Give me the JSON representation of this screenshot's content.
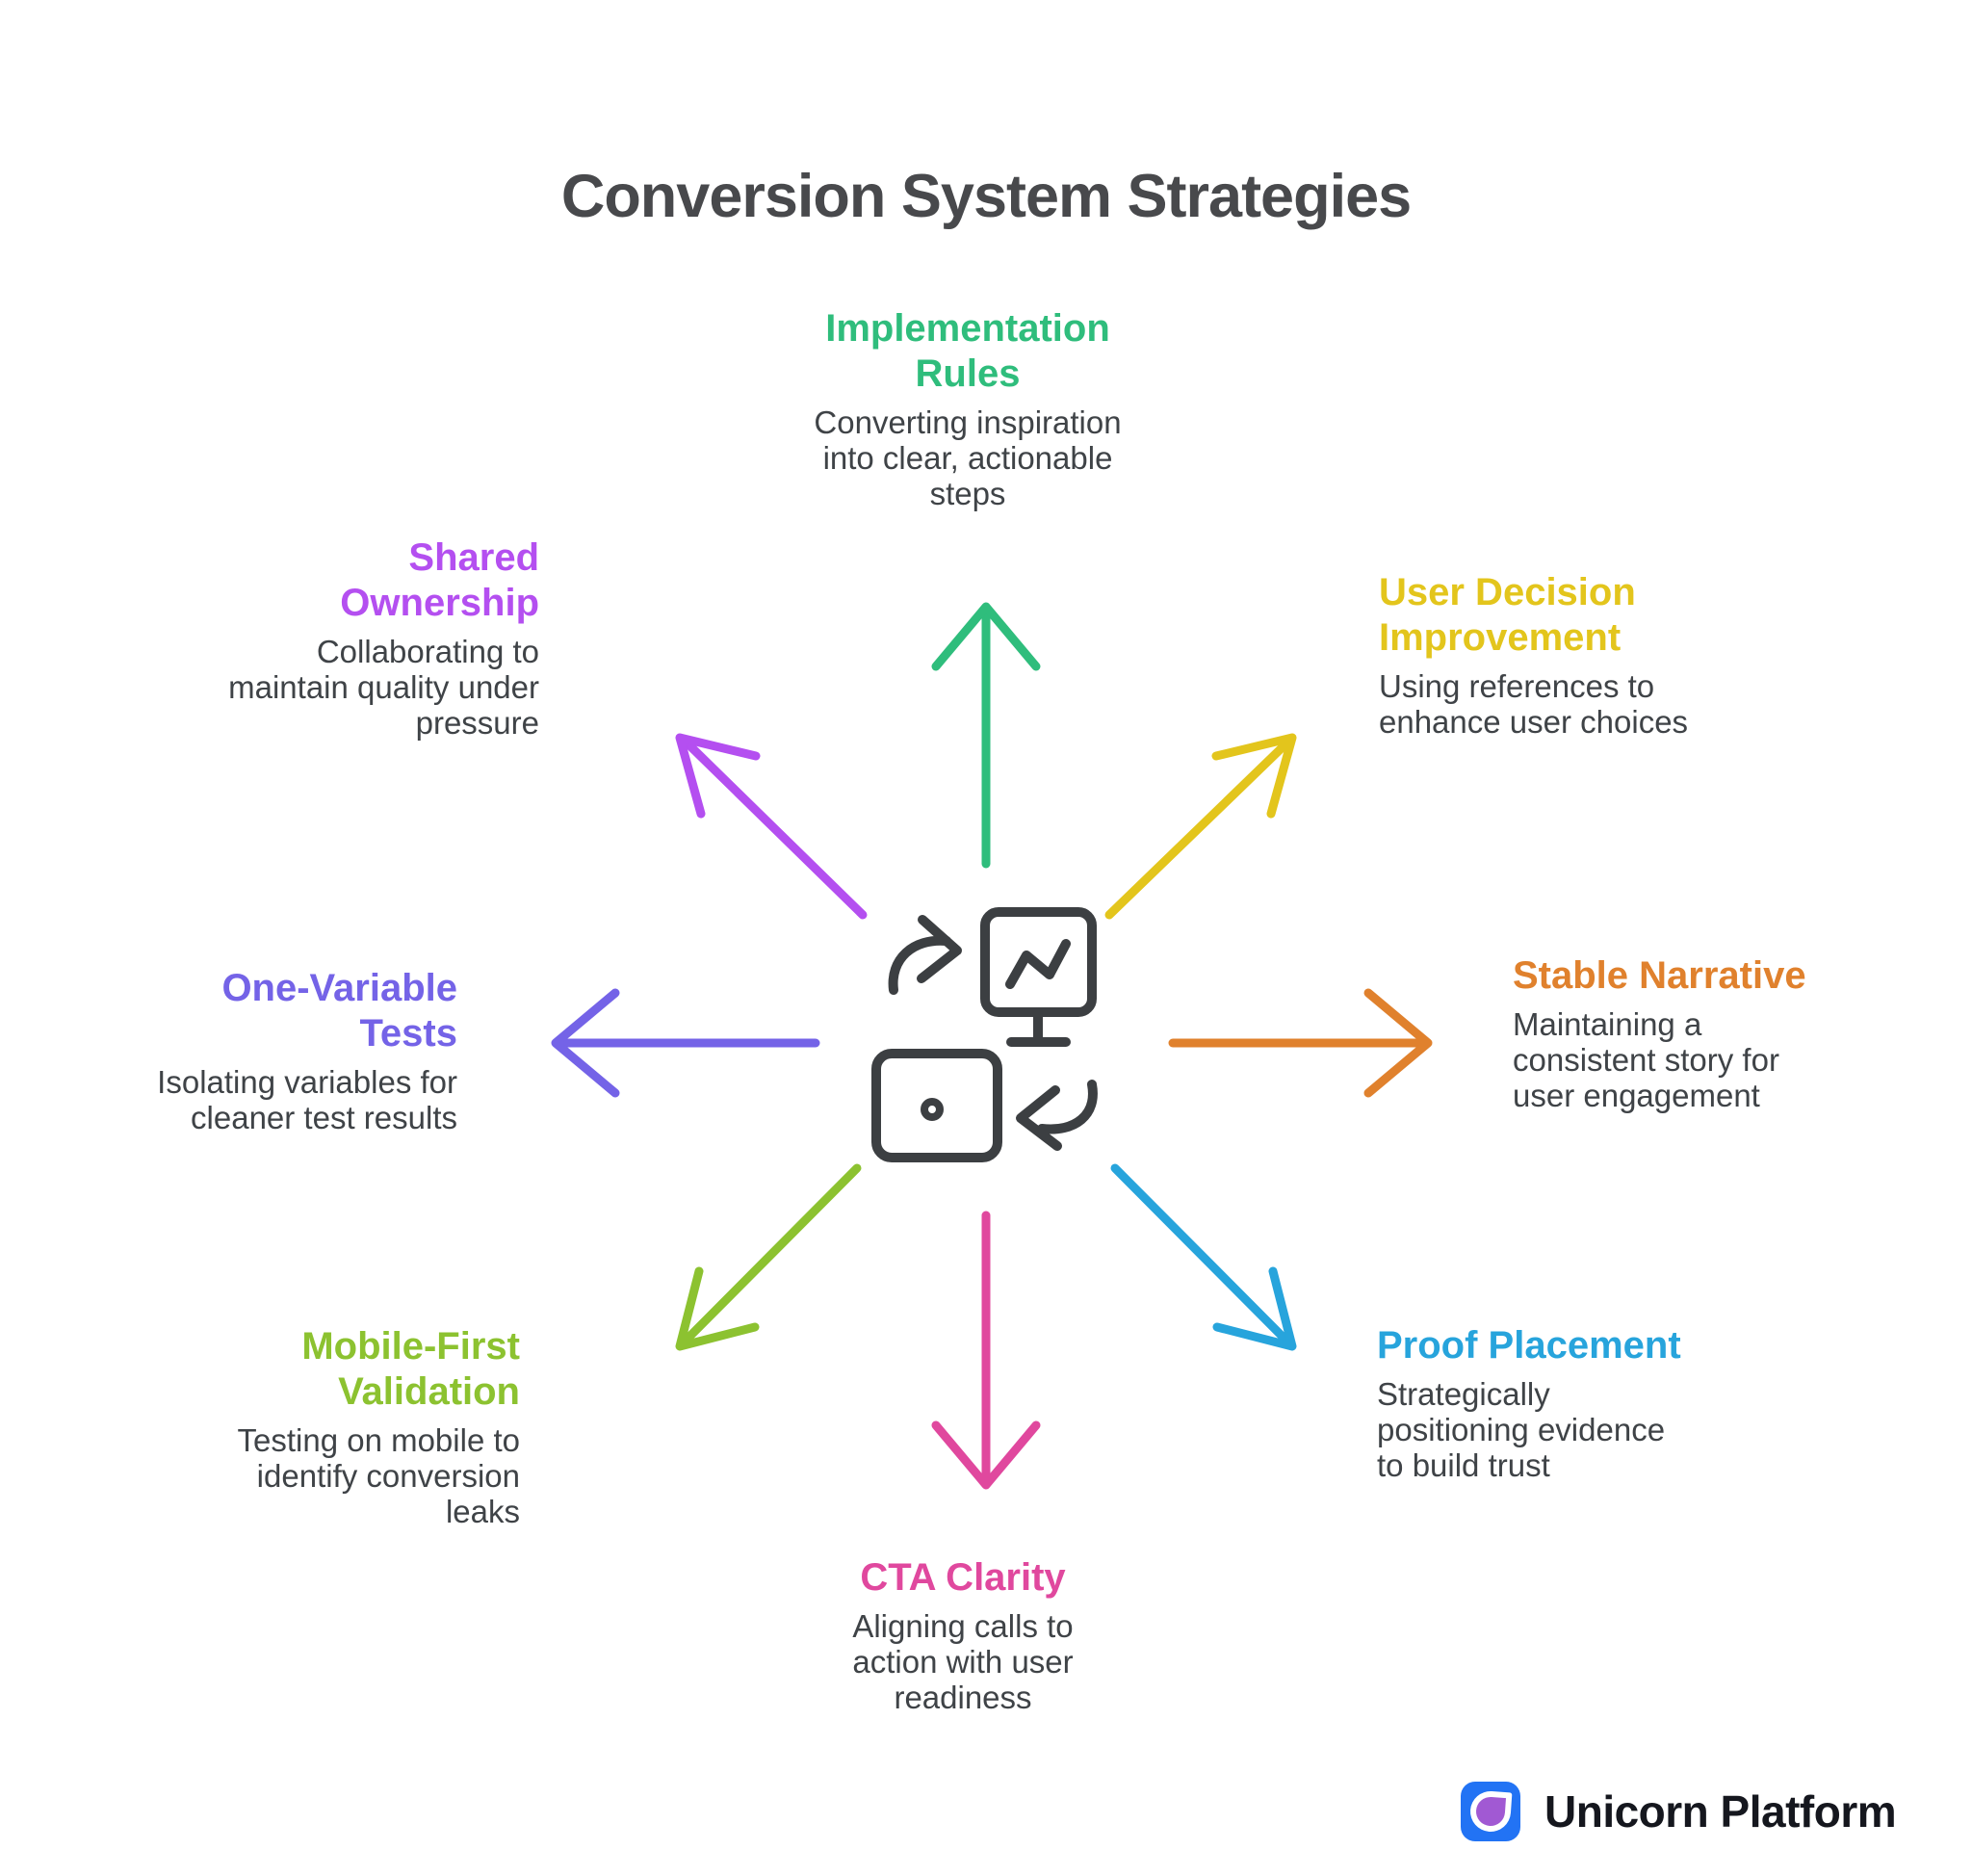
{
  "title": "Conversion System Strategies",
  "text_color": "#3f4347",
  "title_color": "#48494c",
  "center_icons": [
    "redo-arrow-icon",
    "monitor-chart-icon",
    "trackpad-icon",
    "undo-arrow-icon"
  ],
  "strategies": [
    {
      "id": "implementation-rules",
      "direction": "up",
      "color": "#2fbd7c",
      "heading": "Implementation\nRules",
      "description": "Converting inspiration\ninto clear, actionable\nsteps"
    },
    {
      "id": "user-decision-improvement",
      "direction": "up-right",
      "color": "#e3c51c",
      "heading": "User Decision\nImprovement",
      "description": "Using references to\nenhance user choices"
    },
    {
      "id": "stable-narrative",
      "direction": "right",
      "color": "#e0812d",
      "heading": "Stable Narrative",
      "description": "Maintaining a\nconsistent story for\nuser engagement"
    },
    {
      "id": "proof-placement",
      "direction": "down-right",
      "color": "#27a4dc",
      "heading": "Proof Placement",
      "description": "Strategically\npositioning evidence\nto build trust"
    },
    {
      "id": "cta-clarity",
      "direction": "down",
      "color": "#e0489e",
      "heading": "CTA Clarity",
      "description": "Aligning calls to\naction with user\nreadiness"
    },
    {
      "id": "mobile-first-validation",
      "direction": "down-left",
      "color": "#8cc230",
      "heading": "Mobile-First\nValidation",
      "description": "Testing on mobile to\nidentify conversion\nleaks"
    },
    {
      "id": "one-variable-tests",
      "direction": "left",
      "color": "#7463e7",
      "heading": "One-Variable\nTests",
      "description": "Isolating variables for\ncleaner test results"
    },
    {
      "id": "shared-ownership",
      "direction": "up-left",
      "color": "#b44ff0",
      "heading": "Shared\nOwnership",
      "description": "Collaborating to\nmaintain quality under\npressure"
    }
  ],
  "brand": {
    "name": "Unicorn Platform",
    "icon_bg_color": "#2273f4",
    "icon_drop_color": "#a159d3"
  }
}
